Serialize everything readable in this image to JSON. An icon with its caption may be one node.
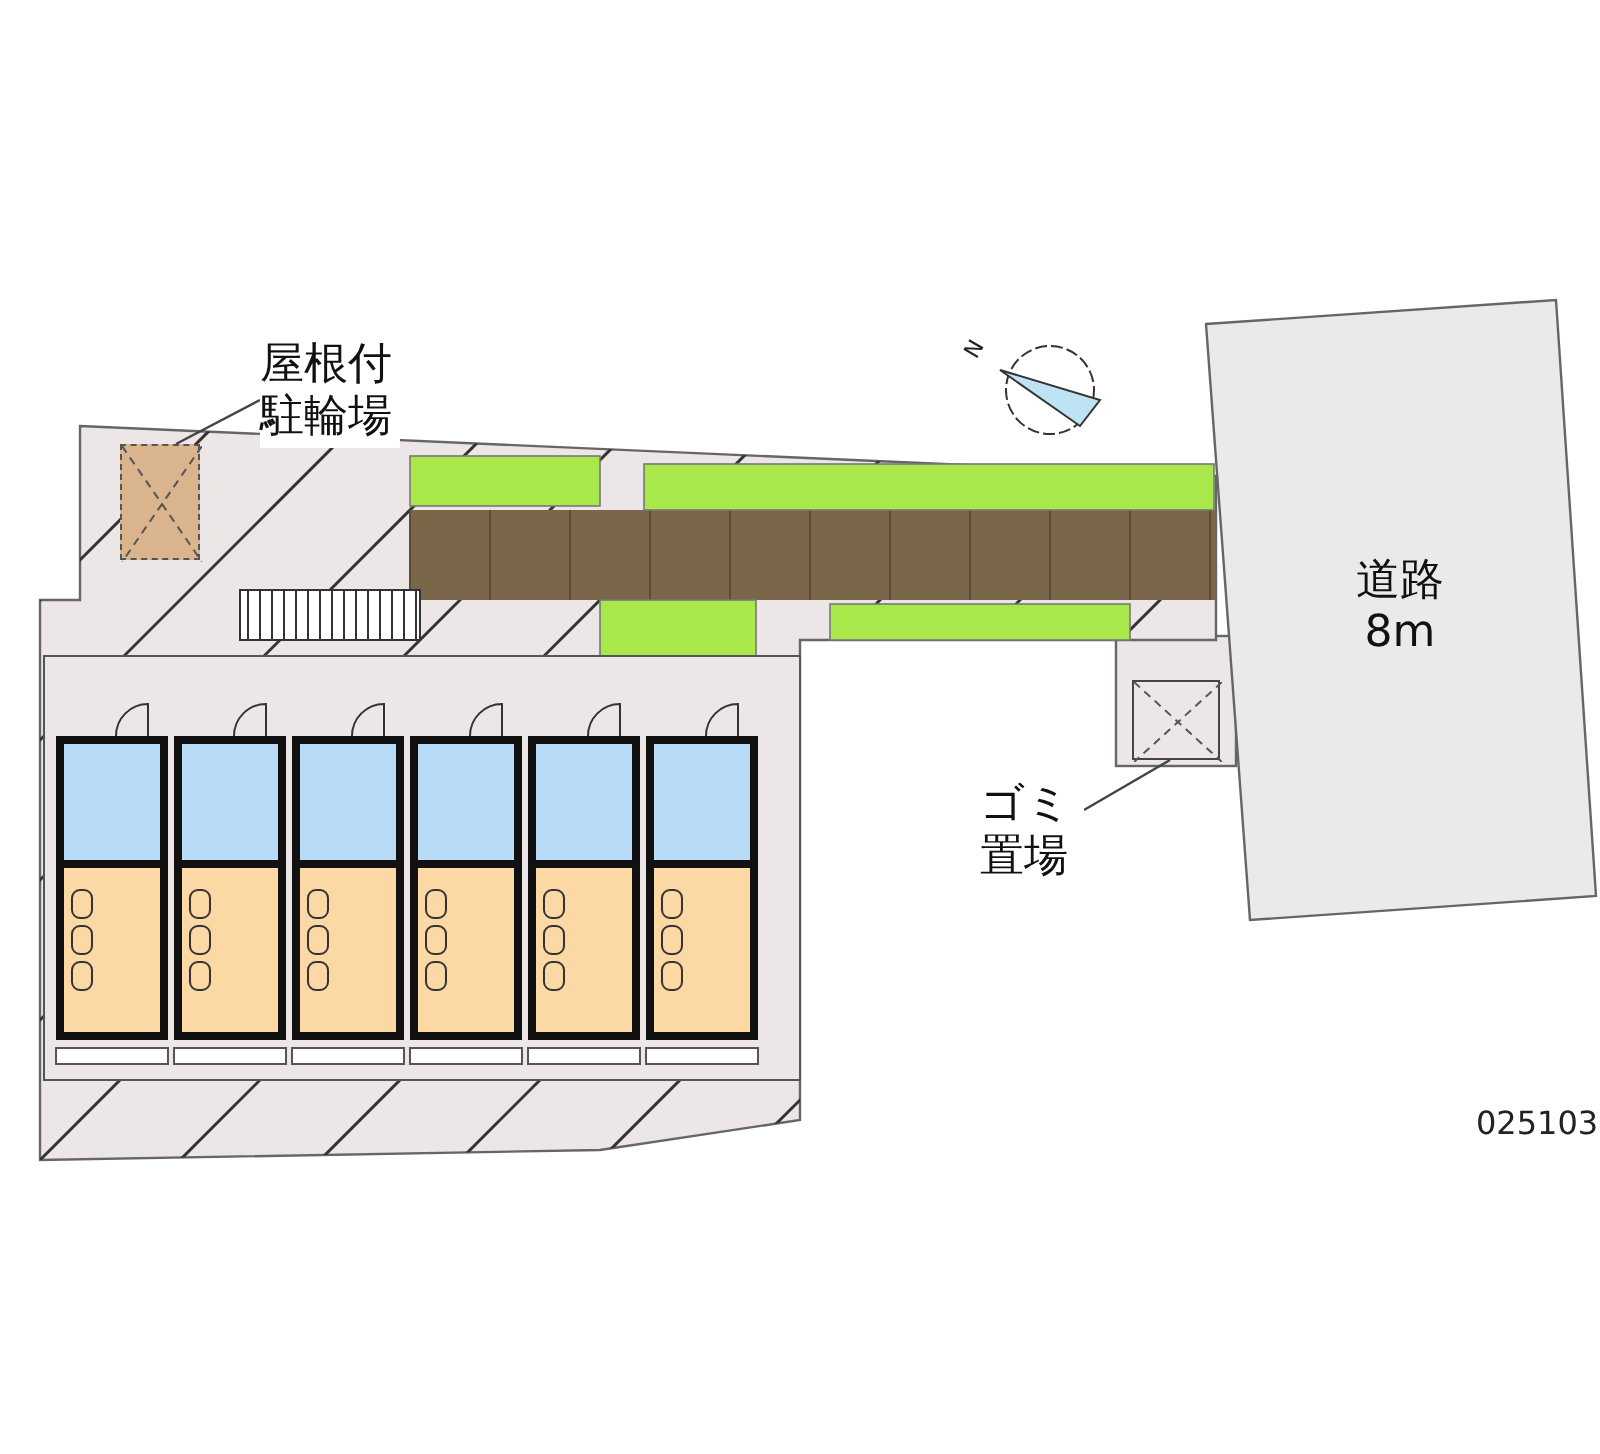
{
  "diagram": {
    "nodes": [
      {
        "text": [
          "屋根付駐輪場"
        ]
      },
      {
        "text": [],
        "shape": "box"
      },
      {
        "text": [
          "ゴミ置場"
        ]
      },
      {
        "text": [],
        "shape": "box"
      },
      {
        "text": [
          "道路",
          "8m"
        ]
      }
    ],
    "edges": [
      {
        "from": 0,
        "to": 1,
        "arrow": "none"
      },
      {
        "from": 2,
        "to": 3,
        "arrow": "none"
      }
    ],
    "labels": [
      "N",
      "025103"
    ]
  }
}
